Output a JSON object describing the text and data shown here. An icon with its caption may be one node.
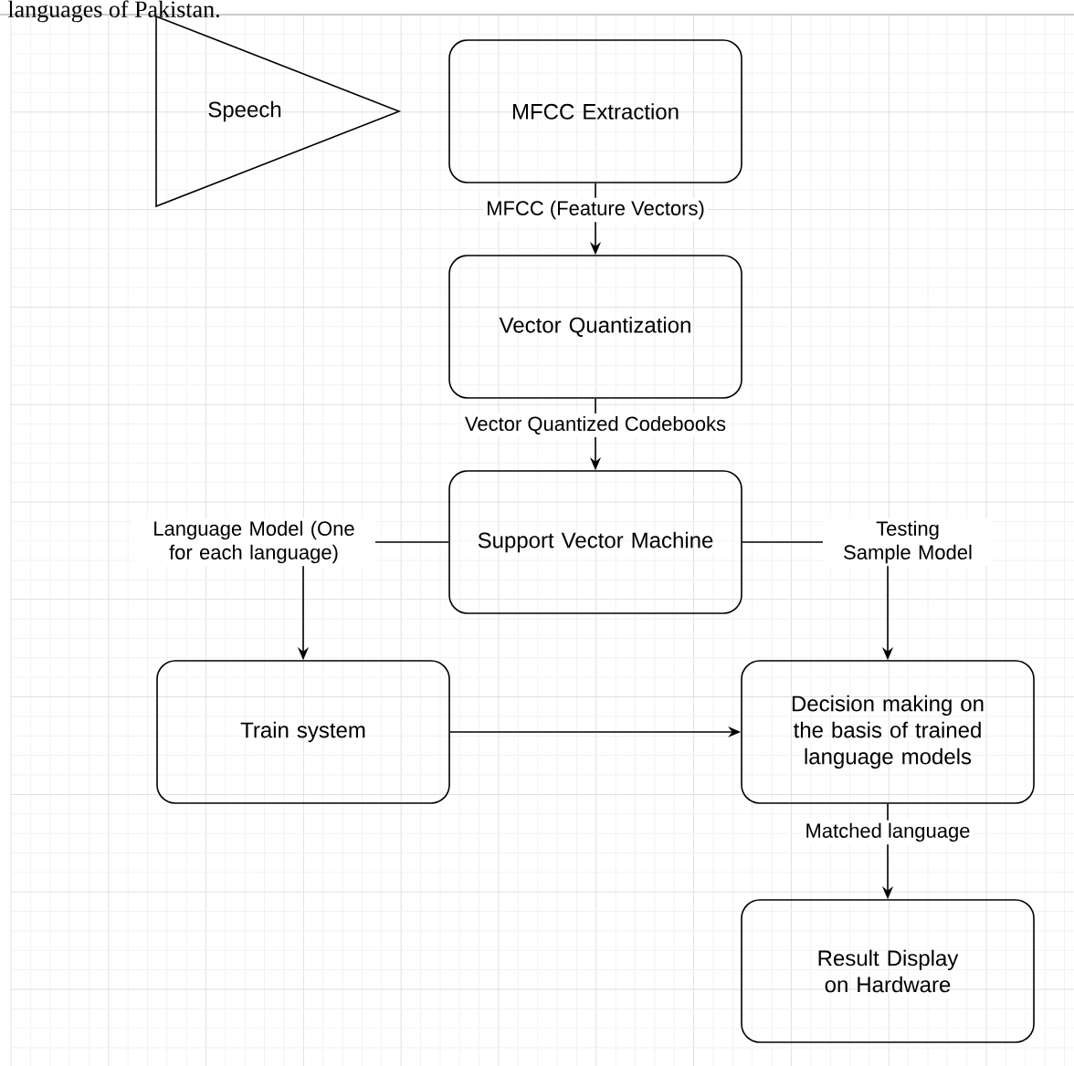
{
  "diagram": {
    "nodes": [
      {
        "text": [
          "Speech"
        ]
      },
      {
        "text": [
          "MFCC Extraction"
        ]
      },
      {
        "text": [
          "Vector Quantization"
        ]
      },
      {
        "text": [
          "Support Vector Machine"
        ]
      },
      {
        "text": [
          "Train system"
        ]
      },
      {
        "text": [
          "Decision making on the basis of trained language models"
        ]
      },
      {
        "text": [
          "Result Display on Hardware"
        ]
      }
    ],
    "edges": [
      {
        "from": 1,
        "to": 2,
        "arrow": "to",
        "label": "MFCC (Feature Vectors)"
      },
      {
        "from": 2,
        "to": 3,
        "arrow": "to",
        "label": "Vector Quantized Codebooks"
      },
      {
        "from": 3,
        "to": 4,
        "arrow": "to",
        "label": "Language Model (One for each language)"
      },
      {
        "from": 3,
        "to": 5,
        "arrow": "to",
        "label": "Testing Sample Model"
      },
      {
        "from": 4,
        "to": 5,
        "arrow": "to"
      },
      {
        "from": 5,
        "to": 6,
        "arrow": "to",
        "label": "Matched language"
      }
    ],
    "labels": [
      "languages of Pakistan."
    ]
  }
}
